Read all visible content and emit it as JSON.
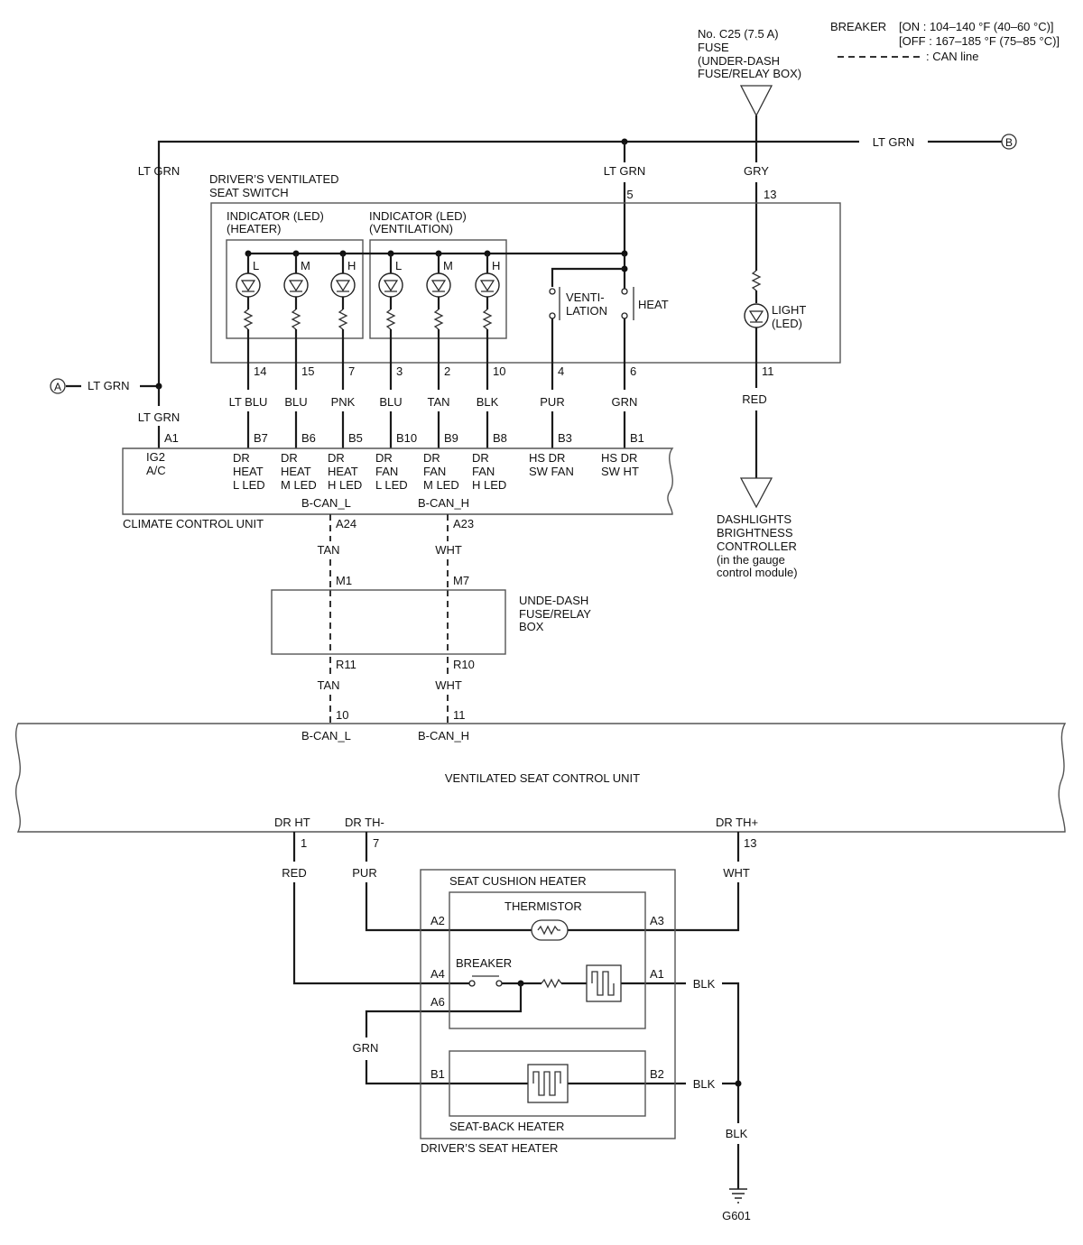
{
  "legend": {
    "breaker_label": "BREAKER",
    "breaker_on": "[ON : 104–140 °F (40–60 °C)]",
    "breaker_off": "[OFF : 167–185 °F (75–85 °C)]",
    "can_line": ": CAN line"
  },
  "fuse": {
    "line1": "No. C25 (7.5 A)",
    "line2": "FUSE",
    "line3": "(UNDER-DASH",
    "line4": "FUSE/RELAY BOX)"
  },
  "connectors": {
    "a": "A",
    "b": "B"
  },
  "wires": {
    "lt_grn": "LT GRN",
    "gry": "GRY",
    "red": "RED",
    "lt_blu": "LT BLU",
    "blu": "BLU",
    "pnk": "PNK",
    "tan": "TAN",
    "blk": "BLK",
    "pur": "PUR",
    "grn": "GRN",
    "wht": "WHT"
  },
  "seat_switch": {
    "title1": "DRIVER’S VENTILATED",
    "title2": "SEAT SWITCH",
    "heater_ind1": "INDICATOR (LED)",
    "heater_ind2": "(HEATER)",
    "vent_ind1": "INDICATOR (LED)",
    "vent_ind2": "(VENTILATION)",
    "led_l": "L",
    "led_m": "M",
    "led_h": "H",
    "venti1": "VENTI-",
    "venti2": "LATION",
    "heat": "HEAT",
    "light1": "LIGHT",
    "light2": "(LED)",
    "pins": [
      "14",
      "15",
      "7",
      "3",
      "2",
      "10",
      "4",
      "6",
      "5",
      "13",
      "11"
    ]
  },
  "climate_unit": {
    "name": "CLIMATE CONTROL UNIT",
    "ig2_1": "IG2",
    "ig2_2": "A/C",
    "terminals": [
      {
        "pin": "A1"
      },
      {
        "pin": "B7",
        "l1": "DR",
        "l2": "HEAT",
        "l3": "L LED"
      },
      {
        "pin": "B6",
        "l1": "DR",
        "l2": "HEAT",
        "l3": "M LED"
      },
      {
        "pin": "B5",
        "l1": "DR",
        "l2": "HEAT",
        "l3": "H LED"
      },
      {
        "pin": "B10",
        "l1": "DR",
        "l2": "FAN",
        "l3": "L LED"
      },
      {
        "pin": "B9",
        "l1": "DR",
        "l2": "FAN",
        "l3": "M LED"
      },
      {
        "pin": "B8",
        "l1": "DR",
        "l2": "FAN",
        "l3": "H LED"
      },
      {
        "pin": "B3",
        "l1": "HS DR",
        "l2": "SW FAN"
      },
      {
        "pin": "B1",
        "l1": "HS DR",
        "l2": "SW HT"
      }
    ],
    "bcan_l": "B-CAN_L",
    "bcan_h": "B-CAN_H",
    "pin_a24": "A24",
    "pin_a23": "A23"
  },
  "dashlights": {
    "l1": "DASHLIGHTS",
    "l2": "BRIGHTNESS",
    "l3": "CONTROLLER",
    "l4": "(in the gauge",
    "l5": "control module)"
  },
  "fuse_box": {
    "l1": "UNDE-DASH",
    "l2": "FUSE/RELAY",
    "l3": "BOX",
    "m1": "M1",
    "m7": "M7",
    "r11": "R11",
    "r10": "R10"
  },
  "vent_unit": {
    "name": "VENTILATED SEAT CONTROL UNIT",
    "pin10": "10",
    "pin11": "11",
    "bcan_l": "B-CAN_L",
    "bcan_h": "B-CAN_H",
    "dr_ht": "DR HT",
    "dr_th_minus": "DR TH-",
    "dr_th_plus": "DR TH+",
    "pin1": "1",
    "pin7": "7",
    "pin13": "13"
  },
  "seat_heater": {
    "outer": "DRIVER’S SEAT HEATER",
    "cushion": "SEAT CUSHION HEATER",
    "thermistor": "THERMISTOR",
    "breaker": "BREAKER",
    "back": "SEAT-BACK HEATER",
    "a2": "A2",
    "a3": "A3",
    "a4": "A4",
    "a6": "A6",
    "a1": "A1",
    "b1": "B1",
    "b2": "B2"
  },
  "ground": "G601"
}
